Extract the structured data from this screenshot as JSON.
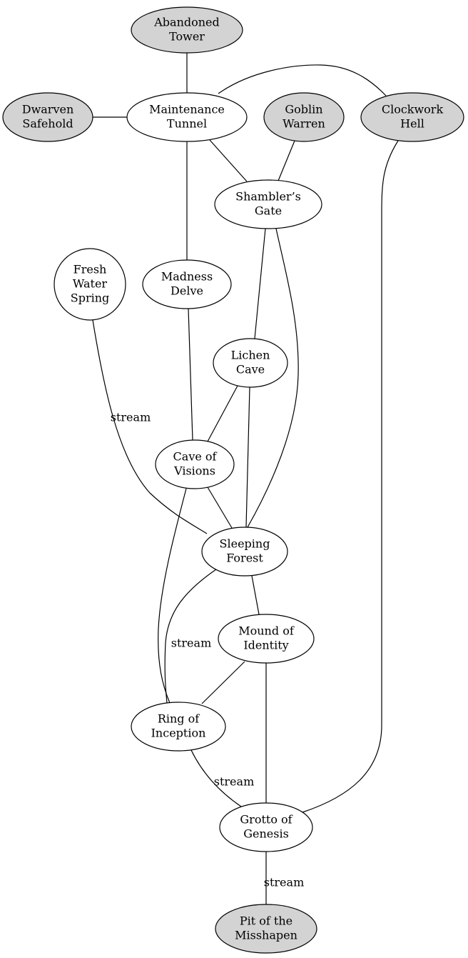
{
  "colors": {
    "background": "#ffffff",
    "default_fill": "#ffffff",
    "terminal_fill": "#d3d3d3",
    "stroke": "#000000"
  },
  "nodes": [
    {
      "id": "abandoned_tower",
      "lines": [
        "Abandoned",
        "Tower"
      ],
      "terminal": true
    },
    {
      "id": "dwarven_safehold",
      "lines": [
        "Dwarven",
        "Safehold"
      ],
      "terminal": true
    },
    {
      "id": "maintenance_tunnel",
      "lines": [
        "Maintenance",
        "Tunnel"
      ],
      "terminal": false
    },
    {
      "id": "goblin_warren",
      "lines": [
        "Goblin",
        "Warren"
      ],
      "terminal": true
    },
    {
      "id": "clockwork_hell",
      "lines": [
        "Clockwork",
        "Hell"
      ],
      "terminal": true
    },
    {
      "id": "shamblers_gate",
      "lines": [
        "Shambler’s",
        "Gate"
      ],
      "terminal": false
    },
    {
      "id": "fresh_water_spring",
      "lines": [
        "Fresh",
        "Water",
        "Spring"
      ],
      "terminal": false
    },
    {
      "id": "madness_delve",
      "lines": [
        "Madness",
        "Delve"
      ],
      "terminal": false
    },
    {
      "id": "lichen_cave",
      "lines": [
        "Lichen",
        "Cave"
      ],
      "terminal": false
    },
    {
      "id": "cave_of_visions",
      "lines": [
        "Cave of",
        "Visions"
      ],
      "terminal": false
    },
    {
      "id": "sleeping_forest",
      "lines": [
        "Sleeping",
        "Forest"
      ],
      "terminal": false
    },
    {
      "id": "mound_of_identity",
      "lines": [
        "Mound of",
        "Identity"
      ],
      "terminal": false
    },
    {
      "id": "ring_of_inception",
      "lines": [
        "Ring of",
        "Inception"
      ],
      "terminal": false
    },
    {
      "id": "grotto_of_genesis",
      "lines": [
        "Grotto of",
        "Genesis"
      ],
      "terminal": false
    },
    {
      "id": "pit_of_the_misshapen",
      "lines": [
        "Pit of the",
        "Misshapen"
      ],
      "terminal": true
    }
  ],
  "edges": [
    {
      "from": "abandoned_tower",
      "to": "maintenance_tunnel",
      "label": ""
    },
    {
      "from": "dwarven_safehold",
      "to": "maintenance_tunnel",
      "label": ""
    },
    {
      "from": "maintenance_tunnel",
      "to": "clockwork_hell",
      "label": ""
    },
    {
      "from": "maintenance_tunnel",
      "to": "shamblers_gate",
      "label": ""
    },
    {
      "from": "maintenance_tunnel",
      "to": "madness_delve",
      "label": ""
    },
    {
      "from": "goblin_warren",
      "to": "shamblers_gate",
      "label": ""
    },
    {
      "from": "clockwork_hell",
      "to": "grotto_of_genesis",
      "label": ""
    },
    {
      "from": "shamblers_gate",
      "to": "lichen_cave",
      "label": ""
    },
    {
      "from": "shamblers_gate",
      "to": "sleeping_forest",
      "label": ""
    },
    {
      "from": "fresh_water_spring",
      "to": "sleeping_forest",
      "label": "stream"
    },
    {
      "from": "madness_delve",
      "to": "cave_of_visions",
      "label": ""
    },
    {
      "from": "lichen_cave",
      "to": "cave_of_visions",
      "label": ""
    },
    {
      "from": "lichen_cave",
      "to": "sleeping_forest",
      "label": ""
    },
    {
      "from": "cave_of_visions",
      "to": "sleeping_forest",
      "label": ""
    },
    {
      "from": "cave_of_visions",
      "to": "ring_of_inception",
      "label": ""
    },
    {
      "from": "sleeping_forest",
      "to": "ring_of_inception",
      "label": "stream"
    },
    {
      "from": "sleeping_forest",
      "to": "mound_of_identity",
      "label": ""
    },
    {
      "from": "mound_of_identity",
      "to": "ring_of_inception",
      "label": ""
    },
    {
      "from": "mound_of_identity",
      "to": "grotto_of_genesis",
      "label": ""
    },
    {
      "from": "ring_of_inception",
      "to": "grotto_of_genesis",
      "label": "stream"
    },
    {
      "from": "grotto_of_genesis",
      "to": "pit_of_the_misshapen",
      "label": "stream"
    }
  ]
}
